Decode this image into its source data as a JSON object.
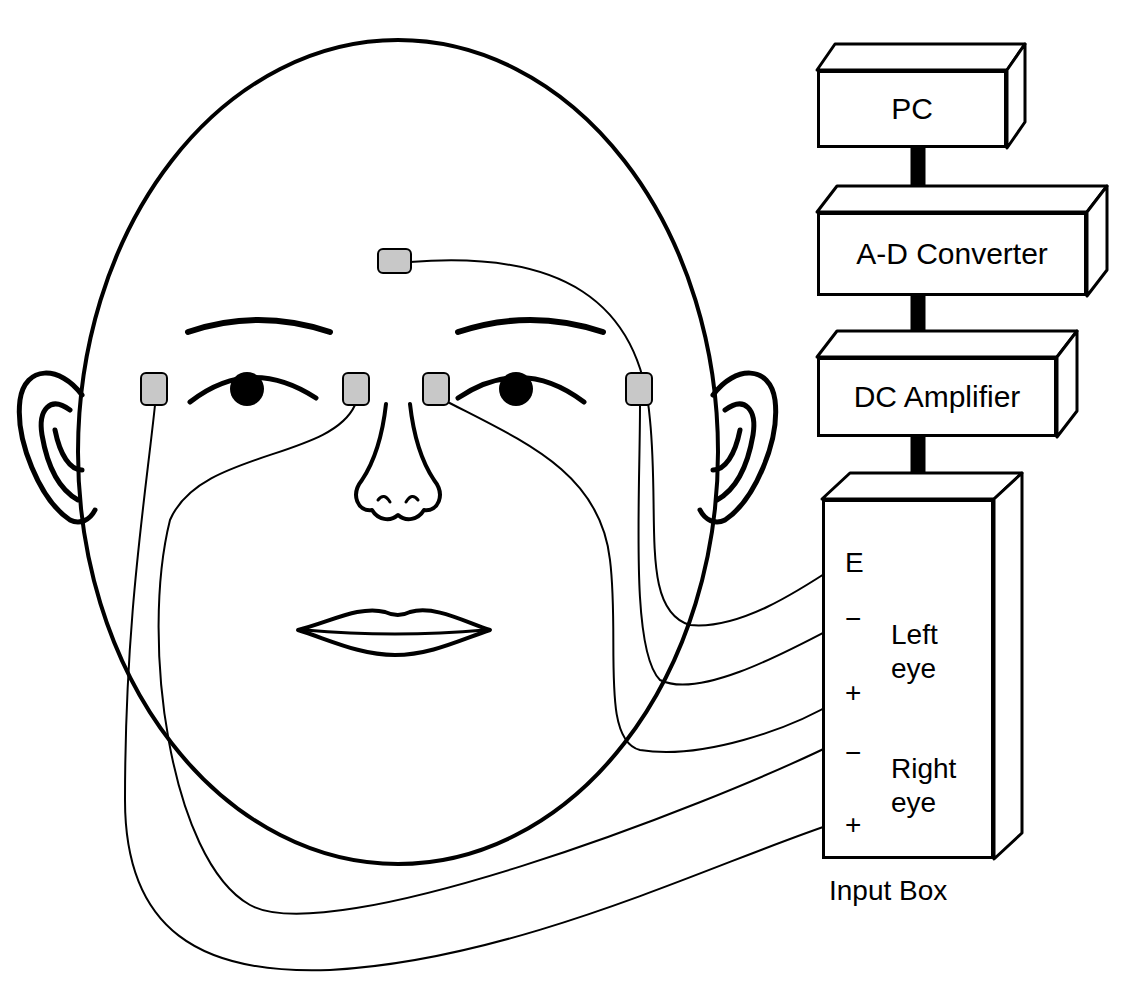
{
  "diagram": {
    "nodes": [
      {
        "text": [
          "PC"
        ]
      },
      {
        "text": [
          "A-D Converter"
        ]
      },
      {
        "text": [
          "DC Amplifier"
        ]
      },
      {
        "text": [
          "E",
          "−",
          "Left eye",
          "+",
          "−",
          "Right eye",
          "+",
          "Input Box"
        ]
      }
    ],
    "edges": [
      {
        "from": 0,
        "to": 1,
        "arrow": "none"
      },
      {
        "from": 1,
        "to": 2,
        "arrow": "none"
      },
      {
        "from": 2,
        "to": 3,
        "arrow": "none"
      }
    ]
  }
}
